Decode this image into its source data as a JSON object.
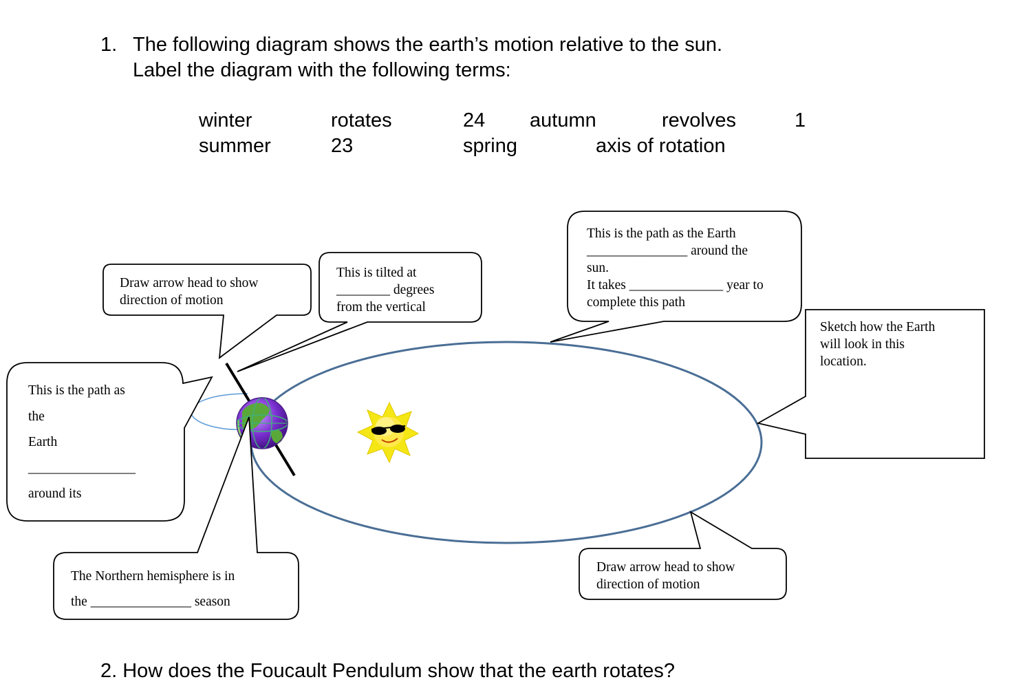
{
  "question": {
    "number": "1.",
    "line1": "The following diagram shows the earth’s motion relative to the sun.",
    "line2": "Label the diagram with the following terms:"
  },
  "terms": [
    "winter",
    "rotates",
    "24",
    "autumn",
    "revolves",
    "1",
    "summer",
    "23",
    "spring",
    "axis of rotation"
  ],
  "callouts": {
    "arrow_top": [
      "Draw arrow head to show",
      "direction of motion"
    ],
    "tilt": [
      "This is tilted at",
      "________ degrees",
      "from the vertical"
    ],
    "revolve": [
      "This is the path as the Earth",
      "_______________ around the",
      "sun.",
      "It takes ______________ year to",
      "complete this path"
    ],
    "sketch": [
      "Sketch how the Earth",
      "will look in this",
      "location."
    ],
    "rotate": [
      "This is the path as",
      "the",
      "Earth",
      "________________",
      "around its"
    ],
    "season": [
      "The Northern hemisphere is in",
      "the _______________ season"
    ],
    "arrow_bottom": [
      "Draw arrow head to show",
      "direction of motion"
    ]
  },
  "next_question_partial": "2.   How does the Foucault Pendulum show that the earth rotates?"
}
